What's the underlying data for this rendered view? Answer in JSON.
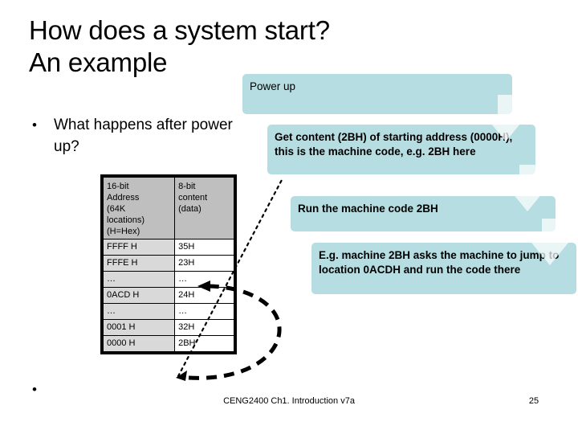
{
  "slide": {
    "title": "How does a system start?\nAn example",
    "bullets": [
      {
        "marker": "•",
        "text": "What happens after power up?"
      },
      {
        "marker": "•",
        "text": ""
      }
    ]
  },
  "memory_table": {
    "headers": {
      "address": "16-bit Address (64K locations) (H=Hex)",
      "address_lines": [
        "16-bit",
        "Address",
        "(64K",
        "locations)",
        "(H=Hex)"
      ],
      "content": "8-bit content (data)",
      "content_lines": [
        "8-bit",
        "content",
        "(data)"
      ]
    },
    "rows": [
      {
        "address": "FFFF H",
        "content": "35H"
      },
      {
        "address": "FFFE H",
        "content": "23H"
      },
      {
        "address": "…",
        "content": "…"
      },
      {
        "address": "0ACD H",
        "content": "24H"
      },
      {
        "address": "…",
        "content": "…"
      },
      {
        "address": "0001 H",
        "content": "32H"
      },
      {
        "address": "0000 H",
        "content": "2BH"
      }
    ]
  },
  "callouts": [
    {
      "id": "power-up",
      "text": "Power up"
    },
    {
      "id": "get-content",
      "text": "Get content (2BH) of starting address (0000H), this is the machine code, e.g. 2BH here"
    },
    {
      "id": "run-code",
      "text": "Run the machine code 2BH"
    },
    {
      "id": "jump-example",
      "text": "E.g. machine 2BH asks the machine to jump to location 0ACDH and run the code there"
    }
  ],
  "arrows": {
    "down_arrow_count": 3,
    "icon": "down-arrow-icon"
  },
  "footer": {
    "text": "CENG2400 Ch1. Introduction v7a",
    "page": "25"
  },
  "colors": {
    "callout_fill": "#b6dde1",
    "table_header_fill": "#bfbfbf",
    "table_address_fill": "#d9d9d9",
    "table_border": "#000000",
    "arrow_fill": "#ffffff"
  }
}
